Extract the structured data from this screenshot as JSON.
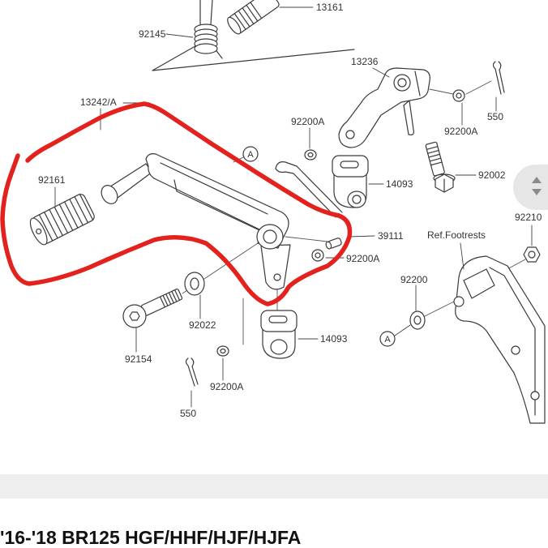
{
  "page": {
    "title": "'16-'18 BR125 HGF/HHF/HJF/HJFA"
  },
  "diagram": {
    "labels": [
      "13161",
      "92145",
      "13236",
      "13242/A",
      "550",
      "92200A",
      "92200A",
      "92161",
      "92002",
      "14093",
      "92210",
      "39111",
      "Ref.Footrests",
      "92200A",
      "92200",
      "92022",
      "14093",
      "92154",
      "92200A",
      "550"
    ],
    "callouts": [
      "A",
      "A"
    ],
    "highlight_color": "#e3211d"
  },
  "scroll_control": {
    "icon": "scroll-up-down-icon"
  }
}
